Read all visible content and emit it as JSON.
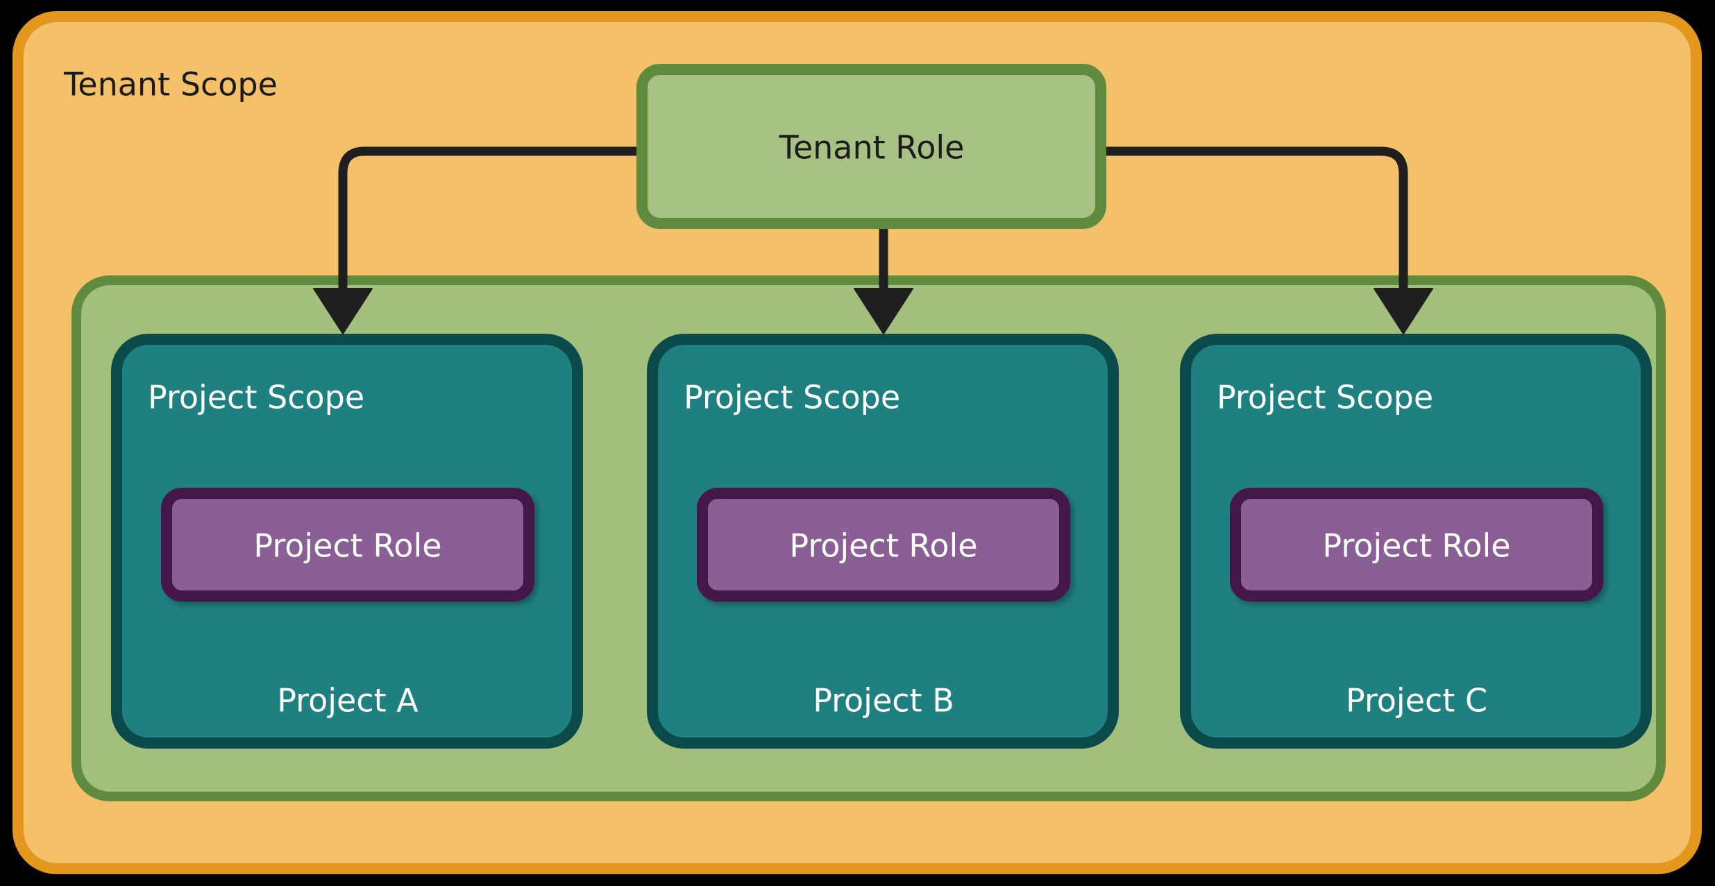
{
  "diagram": {
    "type": "nested-scope-diagram",
    "background_color": "#000000",
    "tenant_scope": {
      "label": "Tenant Scope",
      "fill": "#f5c06a",
      "stroke": "#e3971f",
      "text_color": "#1b1b1b"
    },
    "project_scope_group": {
      "fill": "#a3bf7c",
      "stroke": "#5f8b3f"
    },
    "tenant_role": {
      "label": "Tenant Role",
      "fill": "#a7c184",
      "stroke": "#5f8b3f",
      "text_color": "#1b1b1b"
    },
    "projects": [
      {
        "scope_label": "Project Scope",
        "name": "Project A",
        "role_label": "Project Role",
        "scope_fill": "#1f8080",
        "scope_stroke": "#0a4a4a",
        "role_fill": "#8a5e96",
        "role_stroke": "#45134a",
        "text_color": "#ffffff"
      },
      {
        "scope_label": "Project Scope",
        "name": "Project B",
        "role_label": "Project Role",
        "scope_fill": "#1f8080",
        "scope_stroke": "#0a4a4a",
        "role_fill": "#8a5e96",
        "role_stroke": "#45134a",
        "text_color": "#ffffff"
      },
      {
        "scope_label": "Project Scope",
        "name": "Project C",
        "role_label": "Project Role",
        "scope_fill": "#1f8080",
        "scope_stroke": "#0a4a4a",
        "role_fill": "#8a5e96",
        "role_stroke": "#45134a",
        "text_color": "#ffffff"
      }
    ],
    "edges": [
      {
        "from": "tenant-role",
        "to": "project-a",
        "direction": "left-down"
      },
      {
        "from": "tenant-role",
        "to": "project-b",
        "direction": "down"
      },
      {
        "from": "tenant-role",
        "to": "project-c",
        "direction": "right-down"
      }
    ],
    "edge_color": "#1f1f1f"
  }
}
